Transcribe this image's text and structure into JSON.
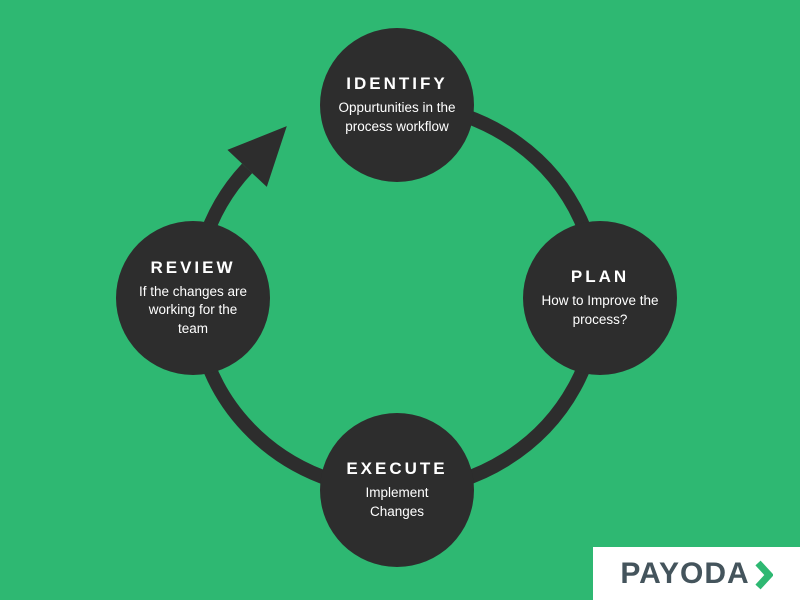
{
  "background_color": "#2eb872",
  "cycle": {
    "direction": "clockwise",
    "ring_color": "#2d2d2d",
    "node_color": "#2d2d2d",
    "text_color": "#ffffff",
    "nodes": [
      {
        "id": "identify",
        "title": "IDENTIFY",
        "subtitle": "Oppurtunities in the process workflow"
      },
      {
        "id": "plan",
        "title": "PLAN",
        "subtitle": "How to Improve the process?"
      },
      {
        "id": "execute",
        "title": "EXECUTE",
        "subtitle": "Implement Changes"
      },
      {
        "id": "review",
        "title": "REVIEW",
        "subtitle": "If the changes are working for the team"
      }
    ]
  },
  "logo": {
    "text": "PAYODA",
    "text_color": "#44545c",
    "background": "#ffffff",
    "chevron_icon": "chevron-right",
    "chevron_color": "#2eb872"
  }
}
